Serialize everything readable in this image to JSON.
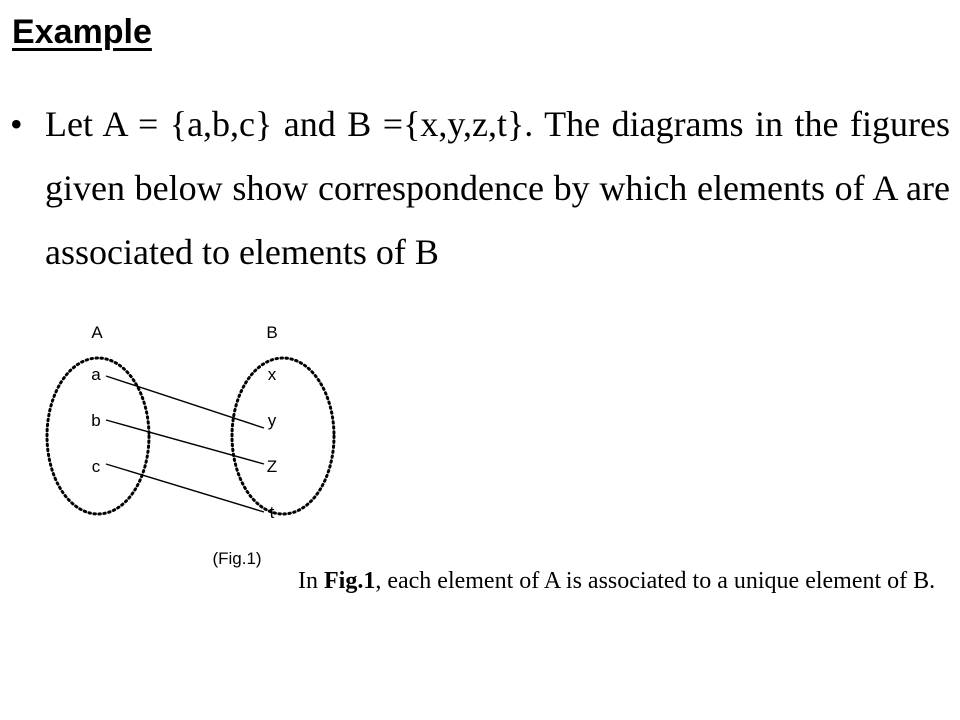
{
  "slide": {
    "heading": "Example",
    "bullet_symbol": "•",
    "bullet_text": "Let A = {a,b,c} and B ={x,y,z,t}. The diagrams in the figures given below show correspondence by which elements of A are associated to elements of B"
  },
  "figure": {
    "set_a_label": "A",
    "set_b_label": "B",
    "set_a_elements": [
      "a",
      "b",
      "c"
    ],
    "set_b_elements": [
      "x",
      "y",
      "Z",
      "t"
    ],
    "mappings": [
      {
        "from": "a",
        "to": "y"
      },
      {
        "from": "b",
        "to": "Z"
      },
      {
        "from": "c",
        "to": "t"
      }
    ],
    "caption_label": "(Fig.1)"
  },
  "description": {
    "prefix": "In ",
    "bold": "Fig.1",
    "suffix": ", each element of A is associated to a unique element of B."
  }
}
